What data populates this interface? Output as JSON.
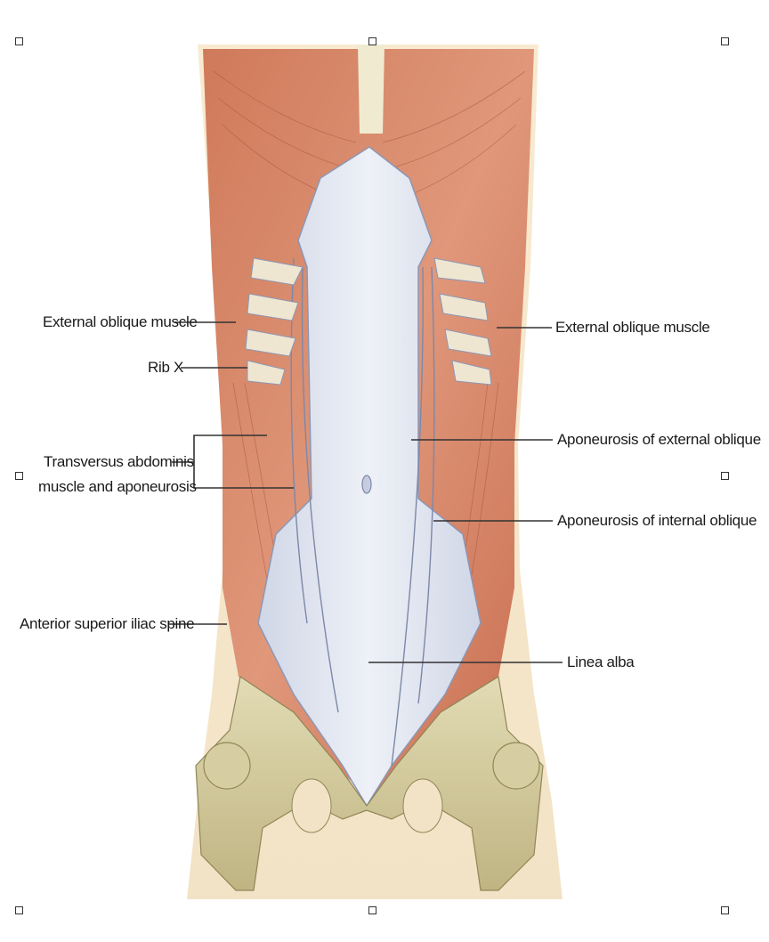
{
  "labels": {
    "ext_oblique_left": "External oblique muscle",
    "rib_x": "Rib X",
    "transversus_line1": "Transversus abdominis",
    "transversus_line2": "muscle and aponeurosis",
    "asis": "Anterior superior iliac spine",
    "ext_oblique_right": "External oblique muscle",
    "apo_ext_oblique": "Aponeurosis of external oblique",
    "apo_int_oblique": "Aponeurosis of internal oblique",
    "linea_alba": "Linea alba"
  },
  "colors": {
    "skin": "#f6e6c9",
    "muscle": "#d98a6a",
    "muscle_dark": "#b5553d",
    "aponeurosis": "#dfe4ef",
    "bone": "#d6cea2",
    "leader": "#333333"
  }
}
